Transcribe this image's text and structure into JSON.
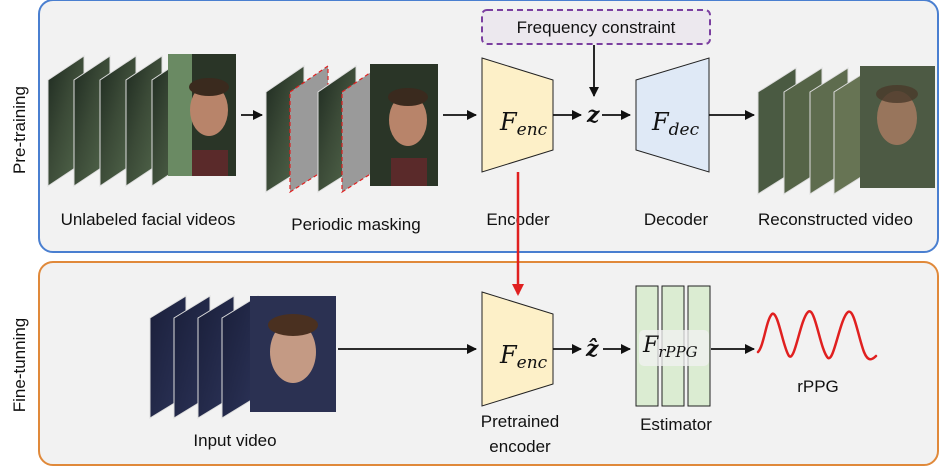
{
  "sections": {
    "pretraining": "Pre-training",
    "finetuning": "Fine-tunning"
  },
  "pretrain": {
    "videos_label": "Unlabeled facial videos",
    "masking_label": "Periodic masking",
    "encoder_label": "Encoder",
    "decoder_label": "Decoder",
    "reconstructed_label": "Reconstructed video",
    "constraint_label": "Frequency constraint",
    "latent": "z",
    "enc_base": "F",
    "enc_sub": "enc",
    "dec_base": "F",
    "dec_sub": "dec"
  },
  "finetune": {
    "input_label": "Input video",
    "encoder_label_1": "Pretrained",
    "encoder_label_2": "encoder",
    "estimator_label": "Estimator",
    "output_label": "rPPG",
    "latent": "ẑ",
    "enc_base": "F",
    "enc_sub": "enc",
    "est_base": "F",
    "est_sub": "rPPG"
  },
  "colors": {
    "pretrain_border": "#4a7fd0",
    "finetune_border": "#e0893a",
    "constraint_border": "#7b3fa0",
    "encoder_fill": "#fdf0c8",
    "decoder_fill": "#dfe9f6",
    "estimator_fill": "#dbecd2",
    "red": "#e02020",
    "masked": "#9a9a9a"
  }
}
